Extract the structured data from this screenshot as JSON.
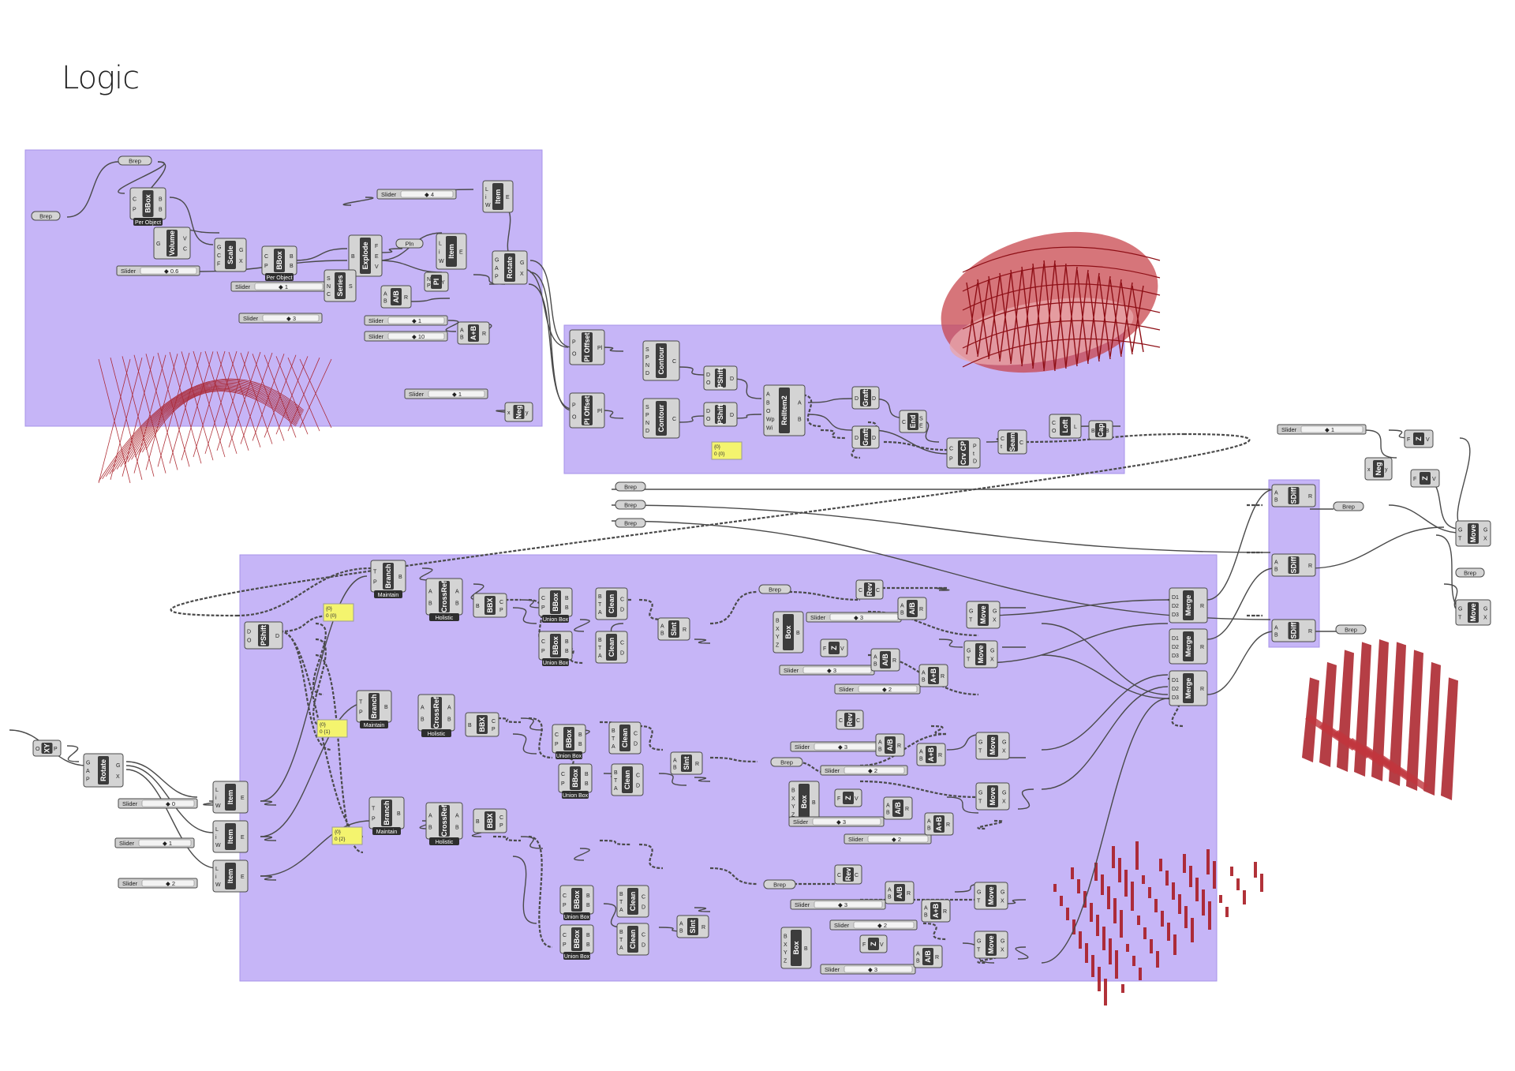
{
  "page": {
    "title": "Logic"
  },
  "colors": {
    "group_fill": "#c6b5f7",
    "group_stroke": "#a793e8",
    "component_fill": "#d4d4d4",
    "component_stroke": "#4a4a4a",
    "component_dark": "#3c3c3c",
    "wire": "#4a4a4a",
    "panel_fill": "#f4f46e",
    "model_red": "#a81c24"
  },
  "slider_label": "Slider",
  "sliders": {
    "s4": "4",
    "s06": "0.6",
    "s1a": "1",
    "s3a": "3",
    "s1b": "1",
    "s10": "10",
    "s1neg": "1",
    "s0": "0",
    "s1c": "1",
    "s2": "2",
    "s1top": "1",
    "s3b": "3",
    "s3c": "3",
    "s2b": "2",
    "s3d": "3",
    "s2c": "2",
    "s3e": "3",
    "s2d": "2",
    "s3f": "3",
    "s2e": "2",
    "s3g": "3"
  },
  "panels": {
    "p1": [
      "{0}",
      "0 {0}"
    ],
    "p2": [
      "{0}",
      "0 {0}"
    ],
    "p3": [
      "{0}",
      "0 {1}"
    ],
    "p4": [
      "{0}",
      "0 {2}"
    ]
  },
  "params": {
    "brep": "Brep",
    "pln": "Pln"
  },
  "components": {
    "bbox": "BBox",
    "per_object": "Per Object",
    "volume": "Volume",
    "scale": "Scale",
    "explode": "Explode",
    "item": "Item",
    "rotate": "Rotate",
    "series": "Series",
    "ab": "A/B",
    "apb": "A+B",
    "neg": "Neg",
    "pl": "Pl",
    "pl_offset": "Pl Offset",
    "contour": "Contour",
    "pshift": "PShift",
    "relitem2": "RelItem2",
    "graft": "Graft",
    "end": "End",
    "crv_cp": "Crv CP",
    "seam": "Seam",
    "loft": "Loft",
    "cap": "Cap",
    "xy": "XY",
    "branch": "Branch",
    "maintain": "Maintain",
    "crossref": "CrossRef",
    "holistic": "Holistic",
    "bbx": "BBX",
    "union_box": "Union Box",
    "clean": "Clean",
    "sint": "SInt",
    "box": "Box",
    "rev": "Rev",
    "z": "Z",
    "move": "Move",
    "merge": "Merge",
    "sdiff": "SDiff"
  },
  "port_labels": {
    "relitem2_in": [
      "A",
      "B",
      "O",
      "Wp",
      "Wi"
    ],
    "merge_in": [
      "D1",
      "D2",
      "D3"
    ]
  }
}
